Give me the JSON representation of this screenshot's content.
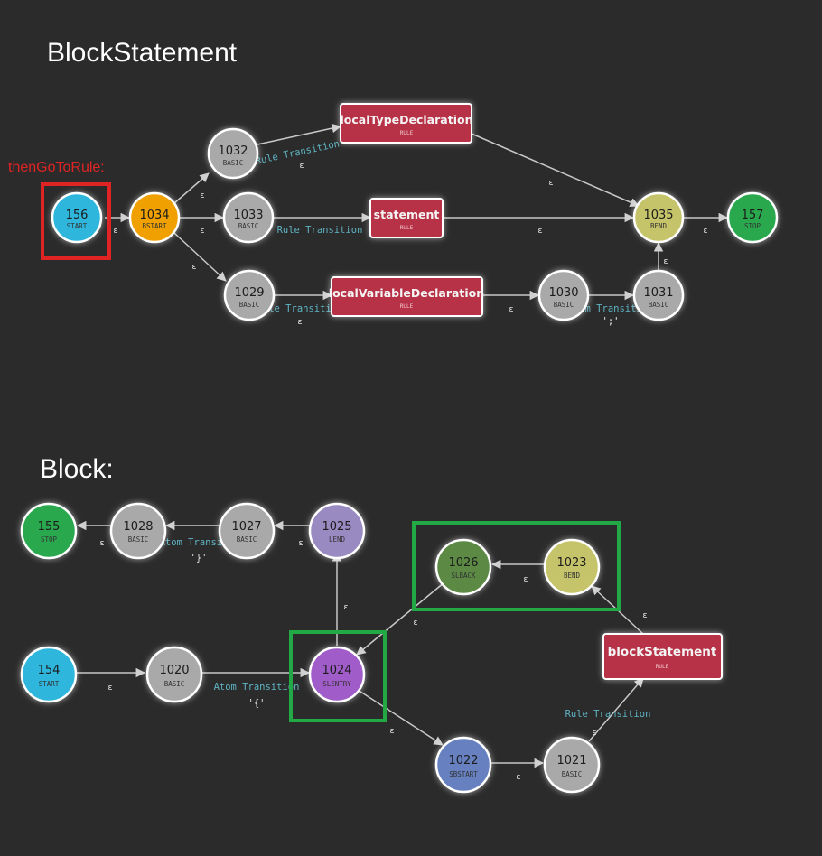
{
  "titles": {
    "block_statement": "BlockStatement",
    "block": "Block:"
  },
  "annotation": "thenGoToRule:",
  "colors": {
    "start": "#2fb6dc",
    "bstart": "#f0a000",
    "basic": "#a9a9a9",
    "bend": "#c6c46a",
    "stop": "#2aa84e",
    "rule": "#b83347",
    "slentry": "#a05bc8",
    "slback": "#5b8a45",
    "sbstart": "#6680c0",
    "lend": "#9a8ac2",
    "highlight_red": "#e02424",
    "highlight_green": "#22a844"
  },
  "nodes": {
    "n156": {
      "num": "156",
      "type": "START"
    },
    "n1034": {
      "num": "1034",
      "type": "BSTART"
    },
    "n1032": {
      "num": "1032",
      "type": "BASIC"
    },
    "n1033": {
      "num": "1033",
      "type": "BASIC"
    },
    "n1029": {
      "num": "1029",
      "type": "BASIC"
    },
    "n1030": {
      "num": "1030",
      "type": "BASIC"
    },
    "n1031": {
      "num": "1031",
      "type": "BASIC"
    },
    "n1035": {
      "num": "1035",
      "type": "BEND"
    },
    "n157": {
      "num": "157",
      "type": "STOP"
    },
    "n155": {
      "num": "155",
      "type": "STOP"
    },
    "n1028": {
      "num": "1028",
      "type": "BASIC"
    },
    "n1027": {
      "num": "1027",
      "type": "BASIC"
    },
    "n1025": {
      "num": "1025",
      "type": "LEND"
    },
    "n1026": {
      "num": "1026",
      "type": "SLBACK"
    },
    "n1023": {
      "num": "1023",
      "type": "BEND"
    },
    "n154": {
      "num": "154",
      "type": "START"
    },
    "n1020": {
      "num": "1020",
      "type": "BASIC"
    },
    "n1024": {
      "num": "1024",
      "type": "SLENTRY"
    },
    "n1022": {
      "num": "1022",
      "type": "SBSTART"
    },
    "n1021": {
      "num": "1021",
      "type": "BASIC"
    }
  },
  "rules": {
    "r_ltd": {
      "name": "localTypeDeclaration",
      "type": "RULE"
    },
    "r_stmt": {
      "name": "statement",
      "type": "RULE"
    },
    "r_lvd": {
      "name": "localVariableDeclaration",
      "type": "RULE"
    },
    "r_bs": {
      "name": "blockStatement",
      "type": "RULE"
    }
  },
  "edge_labels": {
    "rule_transition": "Rule Transition",
    "atom_transition": "Atom Transition",
    "epsilon": "ε",
    "semicolon": "';'",
    "close_brace": "'}'",
    "open_brace": "'{'"
  }
}
